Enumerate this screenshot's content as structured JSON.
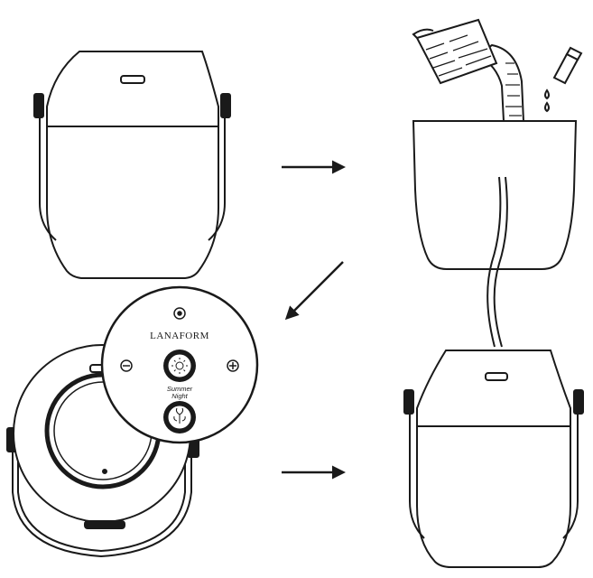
{
  "panel": {
    "brand": "LANAFORM",
    "mode_line1": "Summer",
    "mode_line2": "Night"
  },
  "colors": {
    "stroke": "#1a1a1a",
    "fill": "#ffffff",
    "dark": "#1a1a1a"
  },
  "icons": [
    "power-icon",
    "minus-icon",
    "plus-icon",
    "light-icon",
    "mist-icon",
    "water-pitcher-icon",
    "essential-oil-bottle-icon",
    "arrow-right-icon",
    "arrow-down-left-icon"
  ]
}
